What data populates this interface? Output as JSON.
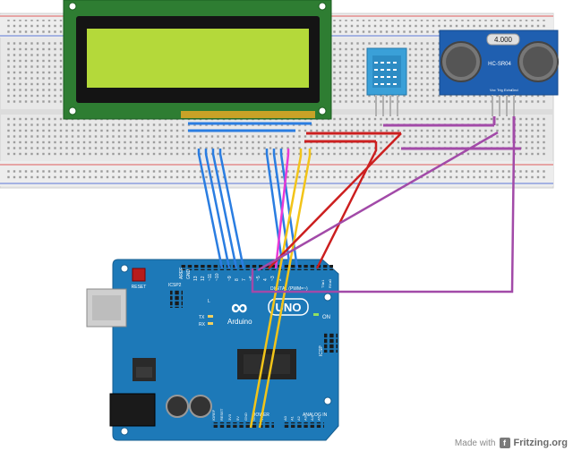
{
  "board": {
    "brand": "Arduino",
    "model": "UNO",
    "logo_symbol": "∞",
    "reset_label": "RESET",
    "on_label": "ON",
    "led_labels": [
      "L",
      "TX",
      "RX"
    ],
    "icsp2_label": "ICSP2",
    "icsp_label": "ICSP",
    "digital_label": "DIGITAL (PWM=~)",
    "power_label": "POWER",
    "analog_label": "ANALOG IN",
    "aref_label": "AREF",
    "gnd_label": "GND",
    "tx_label": "TX▸1",
    "rx_label": "RX◂0",
    "digital_pins": [
      "13",
      "12",
      "~11",
      "~10",
      "~9",
      "8",
      "7",
      "~6",
      "~5",
      "4",
      "~3",
      "2"
    ],
    "power_pins": [
      "IOREF",
      "RESET",
      "3V3",
      "5V",
      "GND",
      "GND",
      "VIN"
    ],
    "analog_pins": [
      "A0",
      "A1",
      "A2",
      "A3",
      "A4",
      "A5"
    ]
  },
  "sensor": {
    "model": "HC-SR04",
    "crystal": "4.000",
    "pins": [
      "Vcc",
      "Trig",
      "Echo",
      "Gnd"
    ]
  },
  "credit": {
    "prefix": "Made with",
    "icon": "fritzing-logo-icon",
    "brand": "Fritzing.org"
  }
}
